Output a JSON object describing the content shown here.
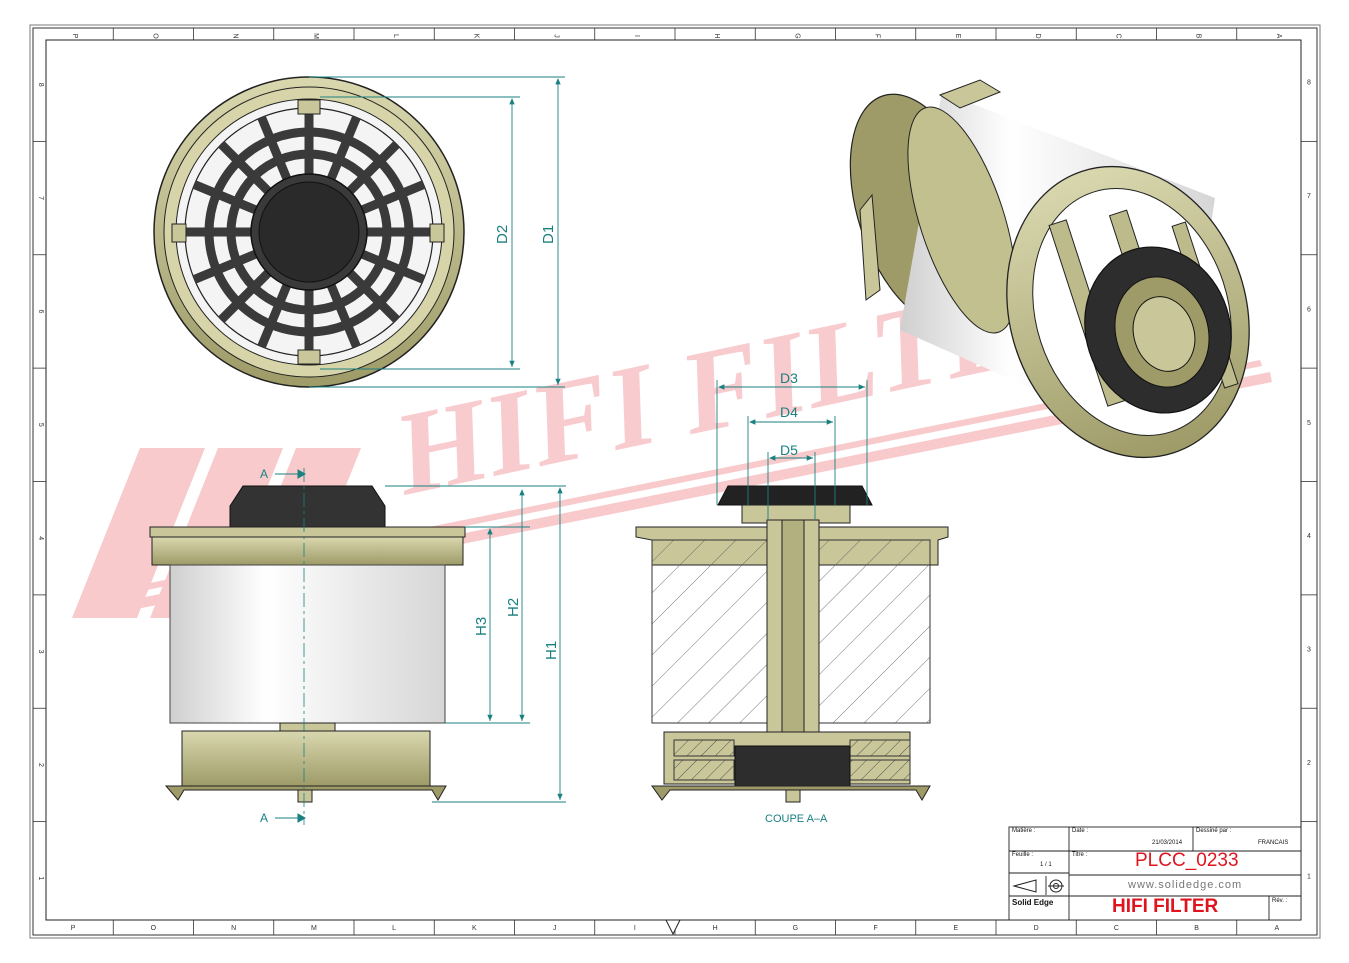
{
  "border": {
    "top_cols": [
      "P",
      "O",
      "N",
      "M",
      "L",
      "K",
      "J",
      "I",
      "H",
      "G",
      "F",
      "E",
      "D",
      "C",
      "B",
      "A"
    ],
    "bottom_cols": [
      "P",
      "O",
      "N",
      "M",
      "L",
      "K",
      "J",
      "I",
      "H",
      "G",
      "F",
      "E",
      "D",
      "C",
      "B",
      "A"
    ],
    "rows": [
      "8",
      "7",
      "6",
      "5",
      "4",
      "3",
      "2",
      "1"
    ]
  },
  "watermark": {
    "text": "HIFI FILTER",
    "color": "#e0141e"
  },
  "dimensions": {
    "d1": "D1",
    "d2": "D2",
    "d3": "D3",
    "d4": "D4",
    "d5": "D5",
    "h1": "H1",
    "h2": "H2",
    "h3": "H3",
    "section_mark": "A",
    "section_caption": "COUPE A–A"
  },
  "title_block": {
    "matiere_label": "Matière :",
    "date_label": "Date :",
    "date_value": "21/03/2014",
    "dessine_label": "Dessiné par :",
    "dessine_value": "FRANCAIS",
    "feuille_label": "Feuille :",
    "feuille_value": "1 / 1",
    "titre_label": "Titre :",
    "part_number": "PLCC_0233",
    "website": "www.solidedge.com",
    "software": "Solid Edge",
    "company": "HIFI FILTER",
    "rev_label": "Rév. :"
  },
  "colors": {
    "olive": "#c9c79a",
    "olive_dark": "#8f8d5c",
    "dark": "#2f2f2f",
    "dim_line": "#1a8080",
    "paper": "#f0f0f0"
  }
}
